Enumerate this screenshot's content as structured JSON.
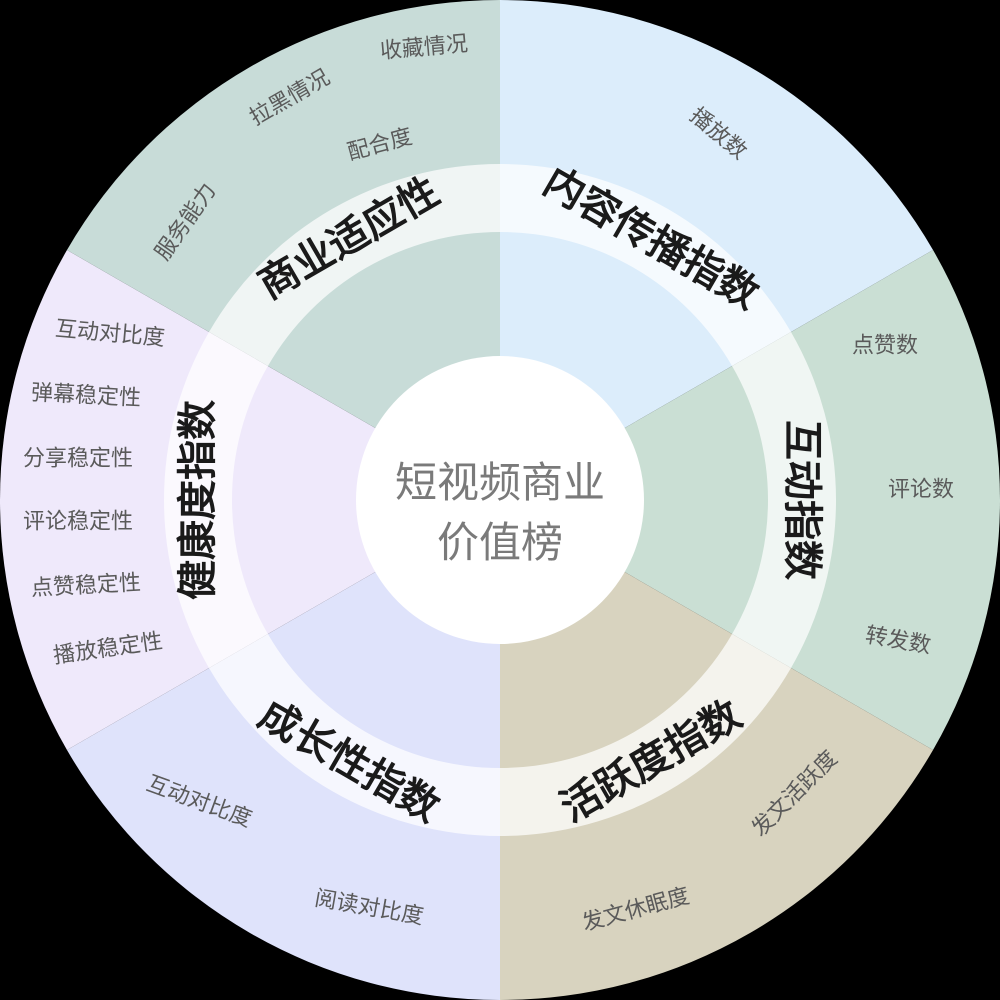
{
  "center": {
    "line1": "短视频商业",
    "line2": "价值榜"
  },
  "segments": [
    {
      "key": "content",
      "title": "内容传播指数",
      "color": "#dcedfb",
      "items": [
        "播放数"
      ]
    },
    {
      "key": "interaction",
      "title": "互动指数",
      "color": "#cadfd4",
      "items": [
        "点赞数",
        "评论数",
        "转发数"
      ]
    },
    {
      "key": "activity",
      "title": "活跃度指数",
      "color": "#d8d3bf",
      "items": [
        "发文活跃度",
        "发文休眠度"
      ]
    },
    {
      "key": "growth",
      "title": "成长性指数",
      "color": "#dfe3fb",
      "items": [
        "互动对比度",
        "阅读对比度"
      ]
    },
    {
      "key": "health",
      "title": "健康度指数",
      "color": "#efe9fb",
      "items": [
        "互动对比度",
        "弹幕稳定性",
        "分享稳定性",
        "评论稳定性",
        "点赞稳定性",
        "播放稳定性"
      ]
    },
    {
      "key": "commercial",
      "title": "商业适应性",
      "color": "#c8dcd8",
      "items": [
        "收藏情况",
        "拉黑情况",
        "配合度",
        "服务能力"
      ]
    }
  ]
}
